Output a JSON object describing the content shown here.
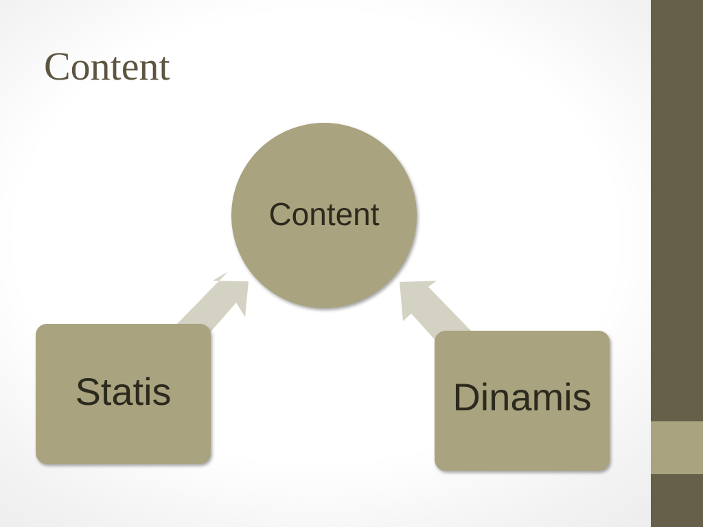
{
  "slide": {
    "title": "Content"
  },
  "diagram": {
    "center_label": "Content",
    "left_label": "Statis",
    "right_label": "Dinamis"
  },
  "colors": {
    "node_fill": "#a9a37f",
    "arrow_fill": "#d4d3c3",
    "side_bar": "#665f49",
    "side_accent": "#a9a37f",
    "title_text": "#5c5540",
    "label_text": "#2c2a1e"
  }
}
